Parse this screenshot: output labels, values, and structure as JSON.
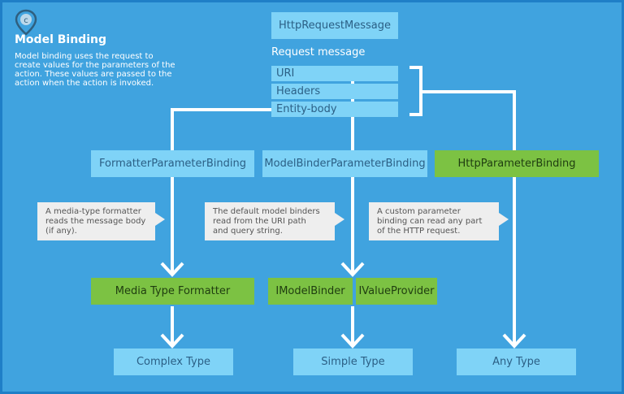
{
  "header": {
    "logo_icon": "map-pin-c-icon",
    "logo_letter": "c",
    "title": "Model Binding",
    "description": "Model binding uses the request to create values for the parameters of the action. These values are passed to the action when the action is invoked."
  },
  "request": {
    "box": "HttpRequestMessage",
    "label": "Request message",
    "parts": [
      "URI",
      "Headers",
      "Entity-body"
    ]
  },
  "bindings": [
    "FormatterParameterBinding",
    "ModelBinderParameterBinding",
    "HttpParameterBinding"
  ],
  "notes": [
    "A media-type formatter\nreads the message body\n(if any).",
    "The default model binders\nread from the URI path\nand query string.",
    "A custom parameter\nbinding can read any part\nof the HTTP request."
  ],
  "providers": [
    "Media Type Formatter",
    "IModelBinder",
    "IValueProvider"
  ],
  "outputs": [
    "Complex Type",
    "Simple Type",
    "Any Type"
  ],
  "colors": {
    "frame": "#1f7fc7",
    "background": "#40a3df",
    "blue_box": "#7fd3f7",
    "green_box": "#7cc243",
    "note": "#eeeeee",
    "connector": "#ffffff"
  }
}
